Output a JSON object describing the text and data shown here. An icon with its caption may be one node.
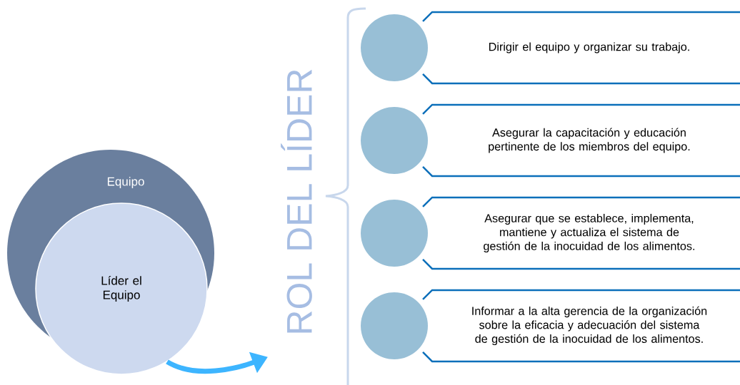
{
  "diagram": {
    "nodes": [
      {
        "text": [
          "Equipo"
        ]
      },
      {
        "text": [
          "Líder el Equipo"
        ],
        "in": 0
      },
      {
        "text": [
          "ROL DEL LÍDER"
        ]
      },
      {
        "text": [],
        "shape": "circle"
      },
      {
        "text": [
          "Dirigir el equipo y organizar su trabajo."
        ]
      },
      {
        "text": [],
        "shape": "circle"
      },
      {
        "text": [
          "Asegurar la capacitación y educación pertinente de los miembros del equipo."
        ]
      },
      {
        "text": [],
        "shape": "circle"
      },
      {
        "text": [
          "Asegurar que se establece, implementa, mantiene y actualiza el sistema de gestión de la inocuidad de los alimentos."
        ]
      },
      {
        "text": [],
        "shape": "circle"
      },
      {
        "text": [
          "Informar a la alta gerencia de la organización sobre la eficacia y adecuación del sistema de gestión de la inocuidad de los alimentos."
        ]
      }
    ],
    "edges": [
      {
        "from": 1,
        "to": 2,
        "arrow": "to"
      }
    ]
  }
}
